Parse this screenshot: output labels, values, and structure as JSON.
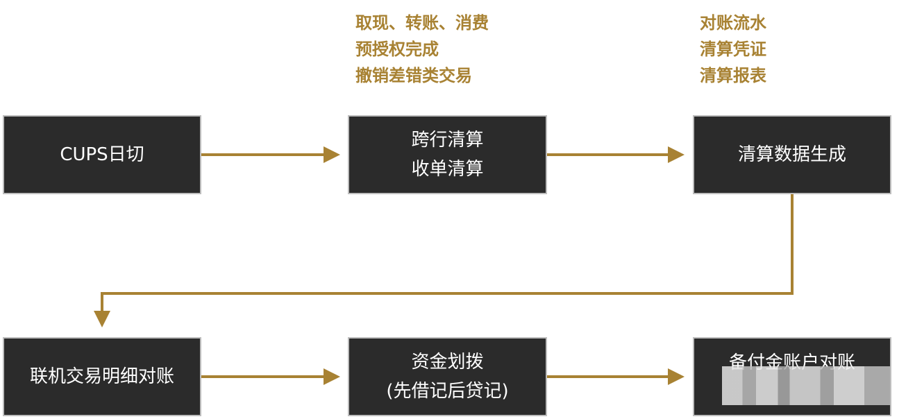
{
  "colors": {
    "box_fill": "#2b2b2b",
    "box_border": "#bdbdbd",
    "box_text": "#ffffff",
    "arrow": "#a88233",
    "note_text": "#a88233"
  },
  "notes": {
    "clearing": {
      "lines": [
        "取现、转账、消费",
        "预授权完成",
        "撤销差错类交易"
      ]
    },
    "data": {
      "lines": [
        "对账流水",
        "清算凭证",
        "清算报表"
      ]
    }
  },
  "nodes": {
    "cups_cutoff": {
      "lines": [
        "CUPS日切"
      ]
    },
    "clearing": {
      "lines": [
        "跨行清算",
        "收单清算"
      ]
    },
    "data_gen": {
      "lines": [
        "清算数据生成"
      ]
    },
    "reconcile": {
      "lines": [
        "联机交易明细对账"
      ]
    },
    "fund_transfer": {
      "lines": [
        "资金划拨",
        "(先借记后贷记)"
      ]
    },
    "reserve_reconcile": {
      "lines": [
        "备付金账户对账"
      ]
    }
  }
}
